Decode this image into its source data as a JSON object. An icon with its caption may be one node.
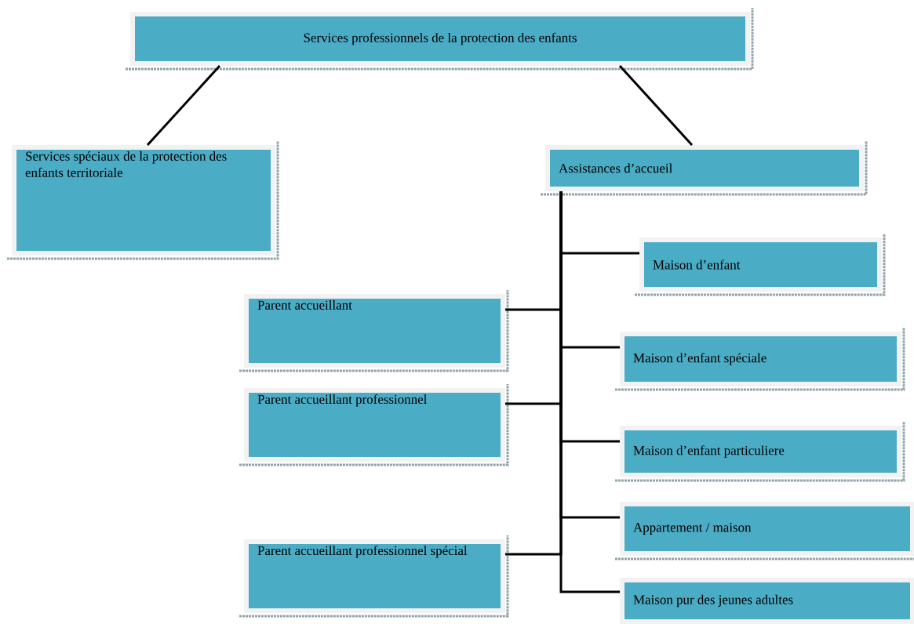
{
  "diagram": {
    "nodes": [
      {
        "text": [
          "Services professionnels de la protection des enfants"
        ]
      },
      {
        "text": [
          "Services spéciaux de la protection des enfants territoriale"
        ]
      },
      {
        "text": [
          "Assistances d’accueil"
        ]
      },
      {
        "text": [
          "Maison d’enfant"
        ]
      },
      {
        "text": [
          "Parent accueillant"
        ]
      },
      {
        "text": [
          "Maison d’enfant spéciale"
        ]
      },
      {
        "text": [
          "Parent accueillant professionnel"
        ]
      },
      {
        "text": [
          "Maison d’enfant particuliere"
        ]
      },
      {
        "text": [
          "Appartement / maison"
        ]
      },
      {
        "text": [
          "Parent accueillant professionnel spécial"
        ]
      },
      {
        "text": [
          "Maison pur des jeunes adultes"
        ]
      }
    ],
    "edges": [
      {
        "from": 0,
        "to": 1,
        "arrow": "none"
      },
      {
        "from": 0,
        "to": 2,
        "arrow": "none"
      },
      {
        "from": 2,
        "to": 3,
        "arrow": "none"
      },
      {
        "from": 2,
        "to": 4,
        "arrow": "none"
      },
      {
        "from": 2,
        "to": 5,
        "arrow": "none"
      },
      {
        "from": 2,
        "to": 6,
        "arrow": "none"
      },
      {
        "from": 2,
        "to": 7,
        "arrow": "none"
      },
      {
        "from": 2,
        "to": 8,
        "arrow": "none"
      },
      {
        "from": 2,
        "to": 9,
        "arrow": "none"
      },
      {
        "from": 2,
        "to": 10,
        "arrow": "none"
      }
    ]
  }
}
